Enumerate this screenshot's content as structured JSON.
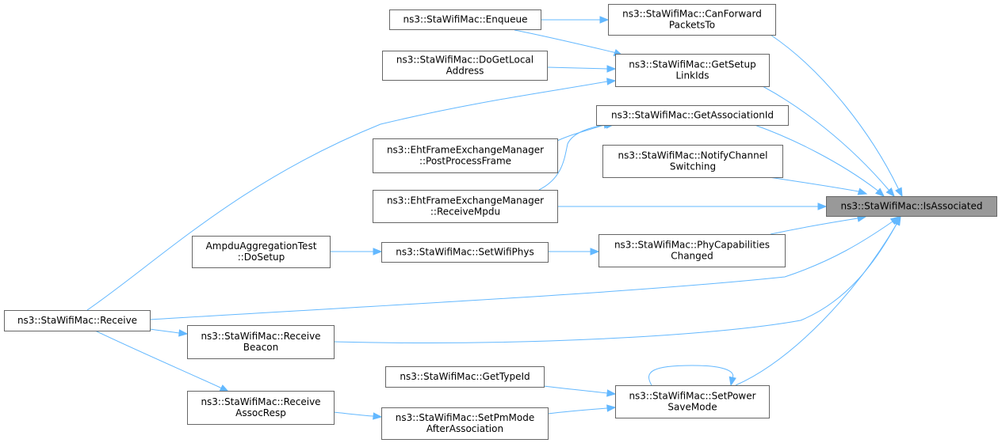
{
  "graph": {
    "nodes": {
      "is_associated": {
        "lines": [
          "ns3::StaWifiMac::IsAssociated"
        ],
        "highlight": true
      },
      "can_forward": {
        "lines": [
          "ns3::StaWifiMac::CanForward",
          "PacketsTo"
        ]
      },
      "enqueue": {
        "lines": [
          "ns3::StaWifiMac::Enqueue"
        ]
      },
      "get_setup_link_ids": {
        "lines": [
          "ns3::StaWifiMac::GetSetup",
          "LinkIds"
        ]
      },
      "do_get_local_address": {
        "lines": [
          "ns3::StaWifiMac::DoGetLocal",
          "Address"
        ]
      },
      "get_association_id": {
        "lines": [
          "ns3::StaWifiMac::GetAssociationId"
        ]
      },
      "post_process_frame": {
        "lines": [
          "ns3::EhtFrameExchangeManager",
          "::PostProcessFrame"
        ]
      },
      "notify_channel_switching": {
        "lines": [
          "ns3::StaWifiMac::NotifyChannel",
          "Switching"
        ]
      },
      "receive_mpdu": {
        "lines": [
          "ns3::EhtFrameExchangeManager",
          "::ReceiveMpdu"
        ]
      },
      "ampdu_do_setup": {
        "lines": [
          "AmpduAggregationTest",
          "::DoSetup"
        ]
      },
      "set_wifi_phys": {
        "lines": [
          "ns3::StaWifiMac::SetWifiPhys"
        ]
      },
      "phy_capabilities_changed": {
        "lines": [
          "ns3::StaWifiMac::PhyCapabilities",
          "Changed"
        ]
      },
      "receive": {
        "lines": [
          "ns3::StaWifiMac::Receive"
        ]
      },
      "receive_beacon": {
        "lines": [
          "ns3::StaWifiMac::Receive",
          "Beacon"
        ]
      },
      "get_type_id": {
        "lines": [
          "ns3::StaWifiMac::GetTypeId"
        ]
      },
      "set_power_save_mode": {
        "lines": [
          "ns3::StaWifiMac::SetPower",
          "SaveMode"
        ]
      },
      "receive_assoc_resp": {
        "lines": [
          "ns3::StaWifiMac::Receive",
          "AssocResp"
        ]
      },
      "set_pm_mode_after_association": {
        "lines": [
          "ns3::StaWifiMac::SetPmMode",
          "AfterAssociation"
        ]
      }
    },
    "edges": [
      {
        "from": "enqueue",
        "to": "can_forward"
      },
      {
        "from": "can_forward",
        "to": "is_associated"
      },
      {
        "from": "enqueue",
        "to": "get_setup_link_ids"
      },
      {
        "from": "do_get_local_address",
        "to": "get_setup_link_ids"
      },
      {
        "from": "receive",
        "to": "get_setup_link_ids"
      },
      {
        "from": "get_setup_link_ids",
        "to": "is_associated"
      },
      {
        "from": "post_process_frame",
        "to": "get_association_id"
      },
      {
        "from": "receive_mpdu",
        "to": "get_association_id"
      },
      {
        "from": "get_association_id",
        "to": "is_associated"
      },
      {
        "from": "notify_channel_switching",
        "to": "is_associated"
      },
      {
        "from": "receive_mpdu",
        "to": "is_associated"
      },
      {
        "from": "ampdu_do_setup",
        "to": "set_wifi_phys"
      },
      {
        "from": "set_wifi_phys",
        "to": "phy_capabilities_changed"
      },
      {
        "from": "phy_capabilities_changed",
        "to": "is_associated"
      },
      {
        "from": "receive",
        "to": "is_associated"
      },
      {
        "from": "receive",
        "to": "receive_beacon"
      },
      {
        "from": "receive",
        "to": "receive_assoc_resp"
      },
      {
        "from": "receive_beacon",
        "to": "is_associated"
      },
      {
        "from": "get_type_id",
        "to": "set_power_save_mode"
      },
      {
        "from": "set_power_save_mode",
        "to": "set_power_save_mode"
      },
      {
        "from": "set_power_save_mode",
        "to": "is_associated"
      },
      {
        "from": "receive_assoc_resp",
        "to": "set_pm_mode_after_association"
      },
      {
        "from": "set_pm_mode_after_association",
        "to": "set_power_save_mode"
      }
    ],
    "colors": {
      "edge": "#63b8ff",
      "node_border": "#666666",
      "node_fill": "#ffffff",
      "highlight_fill": "#999999"
    }
  }
}
